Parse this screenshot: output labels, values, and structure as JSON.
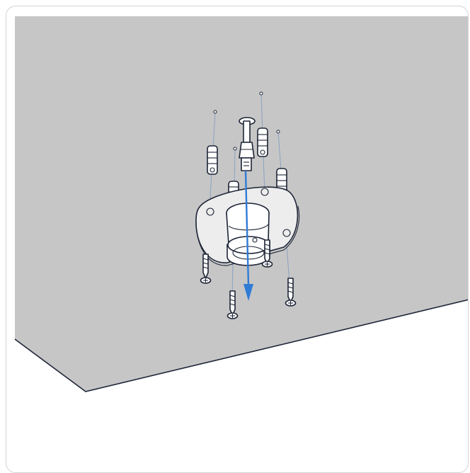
{
  "illustration": {
    "subject": "ceiling-mount-installation",
    "parts": [
      "ceiling-surface",
      "mounting-bracket",
      "network-cable",
      "wall-anchor",
      "screw",
      "direction-arrow"
    ],
    "colors": {
      "ceiling": "#c6c6c6",
      "outline": "#1d2436",
      "metal": "#ededed",
      "arrow": "#2f7bd6",
      "guide": "#8ba2c2",
      "frame": "#d3d3d3"
    }
  }
}
